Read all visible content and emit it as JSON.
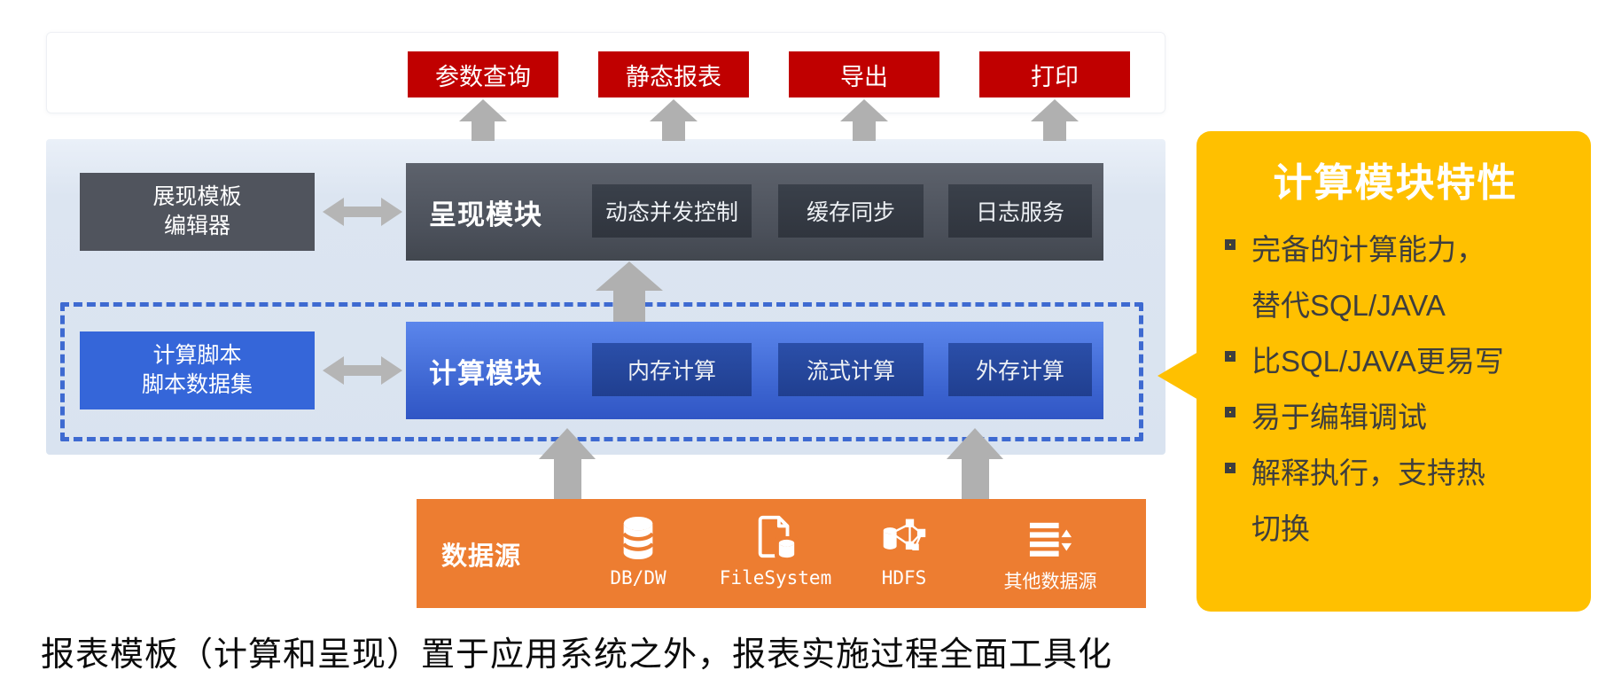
{
  "colors": {
    "button_red": "#c00000",
    "band_blue": "#dbe4f1",
    "presentation_dark": "#4b505a",
    "compute_blue": "#3b63cf",
    "dashed_border_blue": "#3e6ad1",
    "datasource_orange": "#ed7d31",
    "panel_yellow": "#ffc000",
    "arrow_gray": "#b0b0b0"
  },
  "outputs": {
    "items": [
      {
        "label": "参数查询"
      },
      {
        "label": "静态报表"
      },
      {
        "label": "导出"
      },
      {
        "label": "打印"
      }
    ]
  },
  "presentation_row": {
    "editor_box": {
      "line1": "展现模板",
      "line2": "编辑器"
    },
    "module_label": "呈现模块",
    "features": [
      {
        "label": "动态并发控制"
      },
      {
        "label": "缓存同步"
      },
      {
        "label": "日志服务"
      }
    ]
  },
  "compute_row": {
    "script_box": {
      "line1": "计算脚本",
      "line2": "脚本数据集"
    },
    "module_label": "计算模块",
    "features": [
      {
        "label": "内存计算"
      },
      {
        "label": "流式计算"
      },
      {
        "label": "外存计算"
      }
    ]
  },
  "datasource_row": {
    "label": "数据源",
    "sources": [
      {
        "label": "DB/DW",
        "icon": "database-icon"
      },
      {
        "label": "FileSystem",
        "icon": "file-system-icon"
      },
      {
        "label": "HDFS",
        "icon": "cluster-icon"
      },
      {
        "label": "其他数据源",
        "icon": "other-sources-icon"
      }
    ]
  },
  "side_panel": {
    "title": "计算模块特性",
    "bullets": [
      {
        "lines": [
          "完备的计算能力，",
          "替代SQL/JAVA"
        ]
      },
      {
        "lines": [
          "比SQL/JAVA更易写"
        ]
      },
      {
        "lines": [
          "易于编辑调试"
        ]
      },
      {
        "lines": [
          "解释执行，支持热",
          "切换"
        ]
      }
    ]
  },
  "caption": "报表模板（计算和呈现）置于应用系统之外，报表实施过程全面工具化"
}
